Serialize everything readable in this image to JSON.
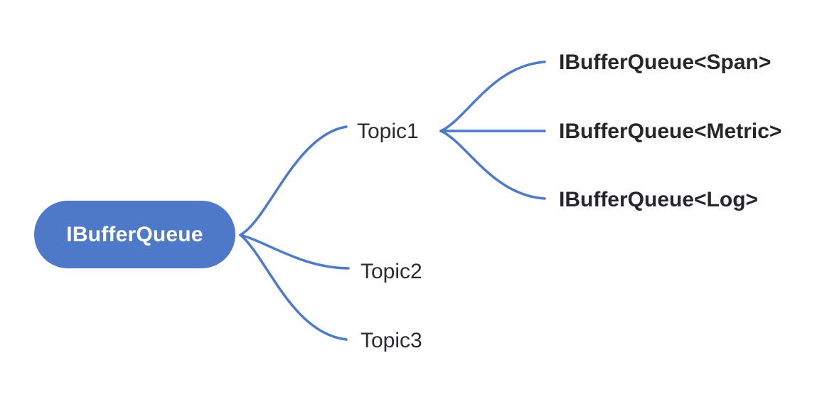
{
  "diagram": {
    "root": {
      "label": "IBufferQueue",
      "children": [
        {
          "label": "Topic1",
          "children": [
            {
              "label": "IBufferQueue<Span>"
            },
            {
              "label": "IBufferQueue<Metric>"
            },
            {
              "label": "IBufferQueue<Log>"
            }
          ]
        },
        {
          "label": "Topic2",
          "children": []
        },
        {
          "label": "Topic3",
          "children": []
        }
      ]
    },
    "colors": {
      "background": "#ffffff",
      "root_fill": "#4e79c8",
      "root_text": "#ffffff",
      "connector": "#4d7acb",
      "topic_text": "#2b2c33",
      "leaf_text": "#26262c"
    }
  }
}
